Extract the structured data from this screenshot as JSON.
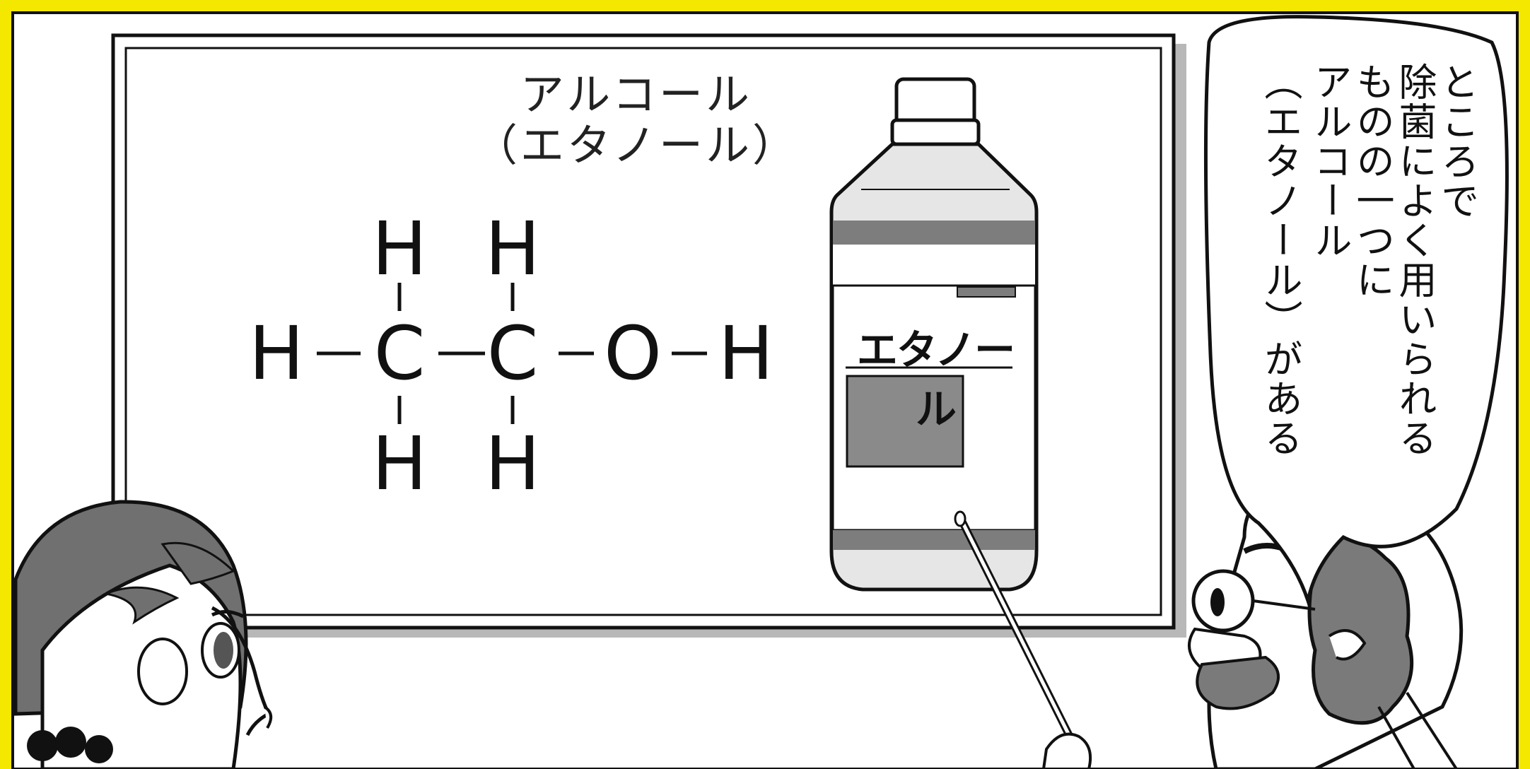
{
  "board": {
    "title_line1": "アルコール",
    "title_line2": "（エタノール）"
  },
  "formula": {
    "top_h1": "H",
    "top_h2": "H",
    "left_h": "H",
    "c1": "C",
    "c2": "C",
    "o": "O",
    "right_h": "H",
    "bottom_h1": "H",
    "bottom_h2": "H"
  },
  "bottle": {
    "label": "エタノール"
  },
  "speech": {
    "line1": "ところで",
    "line2": "除菌によく用いられる",
    "line3": "ものの一つに",
    "line4": "アルコール",
    "line5": "（エタノール）がある"
  },
  "colors": {
    "frame": "#f5e800",
    "ink": "#111111",
    "gray": "#8a8a8a",
    "light_gray": "#d8d8d8"
  }
}
